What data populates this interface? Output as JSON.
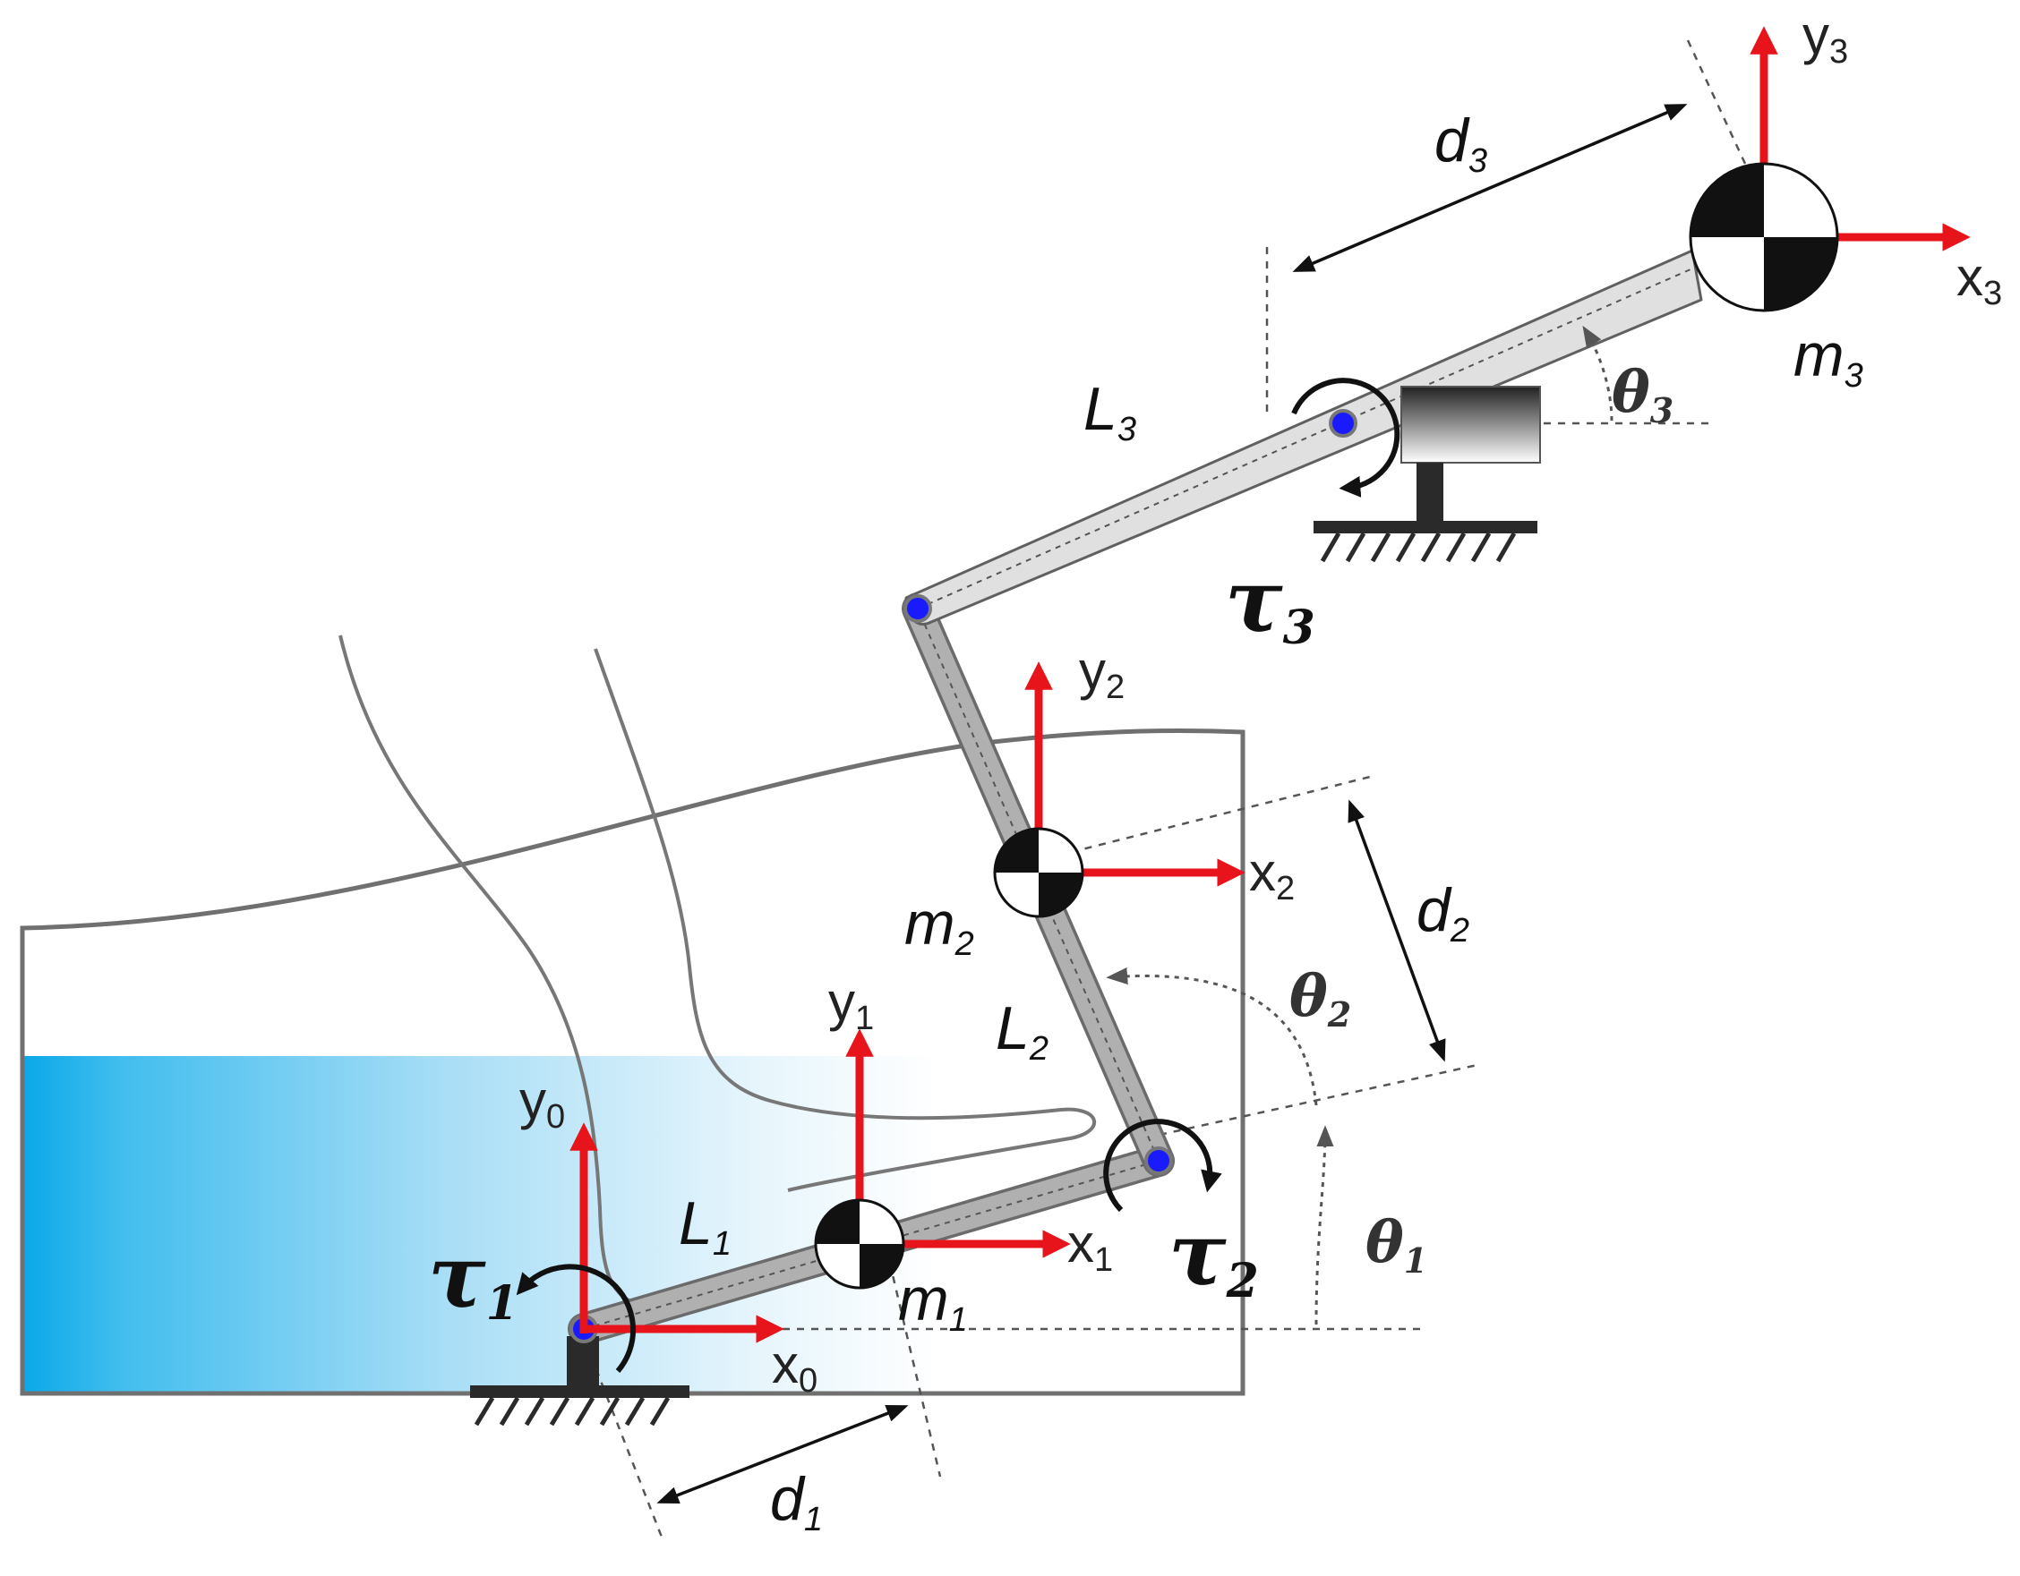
{
  "coordinate_frames": [
    {
      "axis_x": "x",
      "axis_y": "y",
      "sub": "0"
    },
    {
      "axis_x": "x",
      "axis_y": "y",
      "sub": "1"
    },
    {
      "axis_x": "x",
      "axis_y": "y",
      "sub": "2"
    },
    {
      "axis_x": "x",
      "axis_y": "y",
      "sub": "3"
    }
  ],
  "links": [
    {
      "name": "L",
      "sub": "1"
    },
    {
      "name": "L",
      "sub": "2"
    },
    {
      "name": "L",
      "sub": "3"
    }
  ],
  "masses": [
    {
      "name": "m",
      "sub": "1"
    },
    {
      "name": "m",
      "sub": "2"
    },
    {
      "name": "m",
      "sub": "3"
    }
  ],
  "distances": [
    {
      "name": "d",
      "sub": "1"
    },
    {
      "name": "d",
      "sub": "2"
    },
    {
      "name": "d",
      "sub": "3"
    }
  ],
  "angles": [
    {
      "name": "θ",
      "sub": "1"
    },
    {
      "name": "θ",
      "sub": "2"
    },
    {
      "name": "θ",
      "sub": "3"
    }
  ],
  "torques": [
    {
      "name": "τ",
      "sub": "1"
    },
    {
      "name": "τ",
      "sub": "2"
    },
    {
      "name": "τ",
      "sub": "3"
    }
  ],
  "colors": {
    "axis_red": "#e8141c",
    "joint_blue": "#1a1aff",
    "link_fill": "#b0b0b0",
    "link3_fill": "#e0e0e0",
    "water_blue": "#0aa8e8",
    "outline": "#707070"
  }
}
